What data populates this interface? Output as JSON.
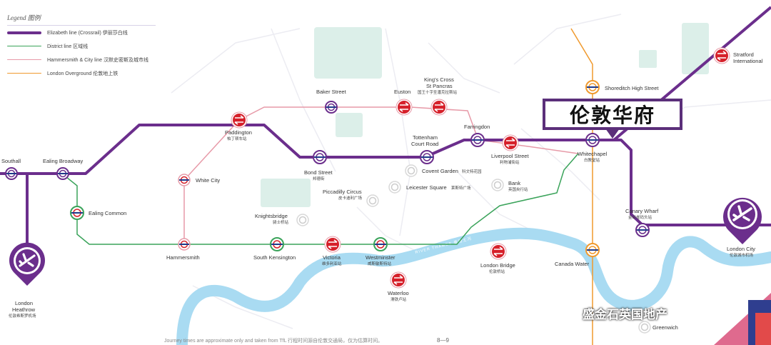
{
  "legend": {
    "title": "Legend 图例",
    "items": [
      {
        "label": "Elizabeth line (Crossrail) 伊丽莎白线",
        "color": "#6b2e8c"
      },
      {
        "label": "District line 区域线",
        "color": "#3aa35a"
      },
      {
        "label": "Hammersmith & City line 汉默史密斯及城市线",
        "color": "#e79aa8"
      },
      {
        "label": "London Overground 伦敦地上铁",
        "color": "#f09a2e"
      }
    ]
  },
  "highlight": {
    "label": "伦敦华府"
  },
  "river": {
    "label": "RIVER THAMES 泰晤士河"
  },
  "stations": {
    "southall": {
      "en": "Southall"
    },
    "ealing_broadway": {
      "en": "Ealing Broadway"
    },
    "ealing_common": {
      "en": "Ealing Common"
    },
    "hammersmith": {
      "en": "Hammersmith"
    },
    "white_city": {
      "en": "White City"
    },
    "paddington": {
      "en": "Paddington",
      "cn": "帕丁顿车站"
    },
    "baker_street": {
      "en": "Baker Street"
    },
    "euston": {
      "en": "Euston"
    },
    "kings_cross_1": {
      "en": "King's Cross"
    },
    "kings_cross_2": {
      "en": "St Pancras",
      "cn": "国王十字圣潘克拉斯站"
    },
    "bond_street": {
      "en": "Bond Street",
      "cn": "邦德街"
    },
    "tcr_1": {
      "en": "Tottenham"
    },
    "tcr_2": {
      "en": "Court Road"
    },
    "farringdon": {
      "en": "Farringdon"
    },
    "liverpool_street": {
      "en": "Liverpool Street",
      "cn": "利物浦街站"
    },
    "whitechapel": {
      "en": "Whitechapel",
      "cn": "白教堂站"
    },
    "shoreditch": {
      "en": "Shoreditch High Street"
    },
    "stratford_1": {
      "en": "Stratford"
    },
    "stratford_2": {
      "en": "International"
    },
    "covent_garden": {
      "en": "Covent Garden",
      "cn": "科文特花园"
    },
    "bank": {
      "en": "Bank",
      "cn": "英国央行站"
    },
    "piccadilly": {
      "en": "Piccadilly Circus",
      "cn": "皮卡迪利广场"
    },
    "leicester": {
      "en": "Leicester Square",
      "cn": "莱斯特广场"
    },
    "knightsbridge": {
      "en": "Knightsbridge",
      "cn": "骑士桥站"
    },
    "south_kensington": {
      "en": "South Kensington"
    },
    "victoria": {
      "en": "Victoria",
      "cn": "维多利亚站"
    },
    "westminster": {
      "en": "Westminster",
      "cn": "威斯敏斯特站"
    },
    "waterloo": {
      "en": "Waterloo",
      "cn": "滑铁卢站"
    },
    "london_bridge": {
      "en": "London Bridge",
      "cn": "伦敦桥站"
    },
    "canary_wharf": {
      "en": "Canary Wharf",
      "cn": "金丝雀码头站"
    },
    "canada_water": {
      "en": "Canada Water"
    },
    "greenwich": {
      "en": "Greenwich"
    },
    "london_city": {
      "en": "London City",
      "cn": "伦敦城市机场"
    },
    "heathrow_1": {
      "en": "London"
    },
    "heathrow_2": {
      "en": "Heathrow",
      "cn": "伦敦希斯罗机场"
    }
  },
  "footer": {
    "note": "Journey times are approximate only and taken from TfL 行程时间源自伦敦交通局，仅为估算时间。",
    "page": "8—9"
  },
  "watermark": {
    "text": "盛金石英国地产"
  }
}
